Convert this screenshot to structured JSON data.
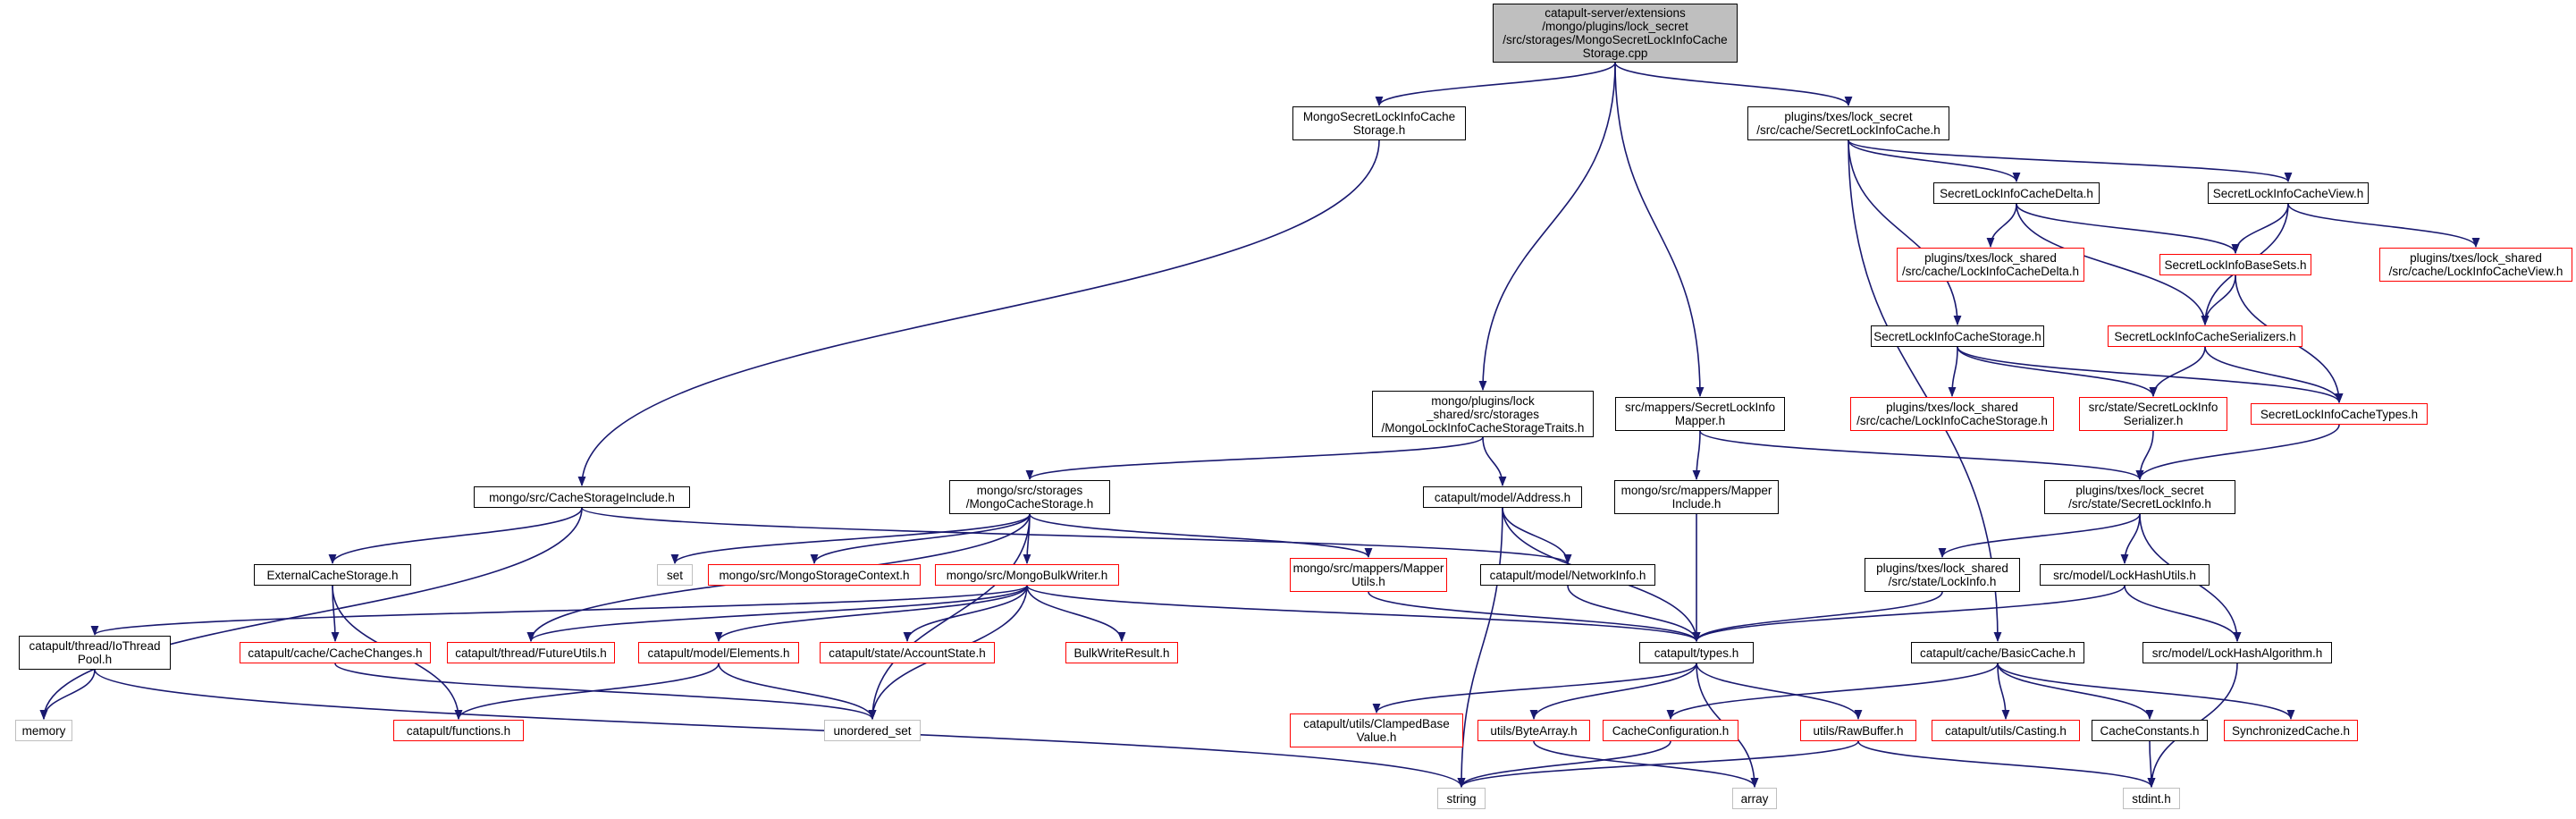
{
  "legend": {
    "colors": {
      "edge": "#191970",
      "complete_border": "#000000",
      "incomplete_border": "#ff0000",
      "system_border": "#bfbfbf",
      "root_fill": "#bfbfbf"
    }
  },
  "nodes": {
    "root": {
      "lines": [
        "catapult-server/extensions",
        "/mongo/plugins/lock_secret",
        "/src/storages/MongoSecretLockInfoCache",
        "Storage.cpp"
      ]
    },
    "mongo_secret_storage_h": {
      "lines": [
        "MongoSecretLockInfoCache",
        "Storage.h"
      ]
    },
    "secret_lock_info_cache_h": {
      "lines": [
        "plugins/txes/lock_secret",
        "/src/cache/SecretLockInfoCache.h"
      ]
    },
    "cache_delta_h": {
      "lines": [
        "SecretLockInfoCacheDelta.h"
      ]
    },
    "cache_view_h": {
      "lines": [
        "SecretLockInfoCacheView.h"
      ]
    },
    "lock_shared_delta_h": {
      "lines": [
        "plugins/txes/lock_shared",
        "/src/cache/LockInfoCacheDelta.h"
      ]
    },
    "base_sets_h": {
      "lines": [
        "SecretLockInfoBaseSets.h"
      ]
    },
    "lock_shared_view_h": {
      "lines": [
        "plugins/txes/lock_shared",
        "/src/cache/LockInfoCacheView.h"
      ]
    },
    "cache_serializers_h": {
      "lines": [
        "SecretLockInfoCacheSerializers.h"
      ]
    },
    "cache_storage_h": {
      "lines": [
        "SecretLockInfoCacheStorage.h"
      ]
    },
    "lock_shared_storage_h": {
      "lines": [
        "plugins/txes/lock_shared",
        "/src/cache/LockInfoCacheStorage.h"
      ]
    },
    "state_serializer_h": {
      "lines": [
        "src/state/SecretLockInfo",
        "Serializer.h"
      ]
    },
    "cache_types_h": {
      "lines": [
        "SecretLockInfoCacheTypes.h"
      ]
    },
    "storage_traits_h": {
      "lines": [
        "mongo/plugins/lock",
        "_shared/src/storages",
        "/MongoLockInfoCacheStorageTraits.h"
      ]
    },
    "mapper_h": {
      "lines": [
        "src/mappers/SecretLockInfo",
        "Mapper.h"
      ]
    },
    "secret_lock_info_h": {
      "lines": [
        "plugins/txes/lock_secret",
        "/src/state/SecretLockInfo.h"
      ]
    },
    "cache_storage_include_h": {
      "lines": [
        "mongo/src/CacheStorageInclude.h"
      ]
    },
    "mongo_cache_storage_h": {
      "lines": [
        "mongo/src/storages",
        "/MongoCacheStorage.h"
      ]
    },
    "address_h": {
      "lines": [
        "catapult/model/Address.h"
      ]
    },
    "mapper_include_h": {
      "lines": [
        "mongo/src/mappers/Mapper",
        "Include.h"
      ]
    },
    "set": {
      "lines": [
        "set"
      ]
    },
    "mongo_storage_context_h": {
      "lines": [
        "mongo/src/MongoStorageContext.h"
      ]
    },
    "lock_info_h": {
      "lines": [
        "plugins/txes/lock_shared",
        "/src/state/LockInfo.h"
      ]
    },
    "lock_hash_utils_h": {
      "lines": [
        "src/model/LockHashUtils.h"
      ]
    },
    "external_cache_storage_h": {
      "lines": [
        "ExternalCacheStorage.h"
      ]
    },
    "mongo_bulk_writer_h": {
      "lines": [
        "mongo/src/MongoBulkWriter.h"
      ]
    },
    "mapper_utils_h": {
      "lines": [
        "mongo/src/mappers/Mapper",
        "Utils.h"
      ]
    },
    "network_info_h": {
      "lines": [
        "catapult/model/NetworkInfo.h"
      ]
    },
    "io_thread_pool_h": {
      "lines": [
        "catapult/thread/IoThread",
        "Pool.h"
      ]
    },
    "cache_changes_h": {
      "lines": [
        "catapult/cache/CacheChanges.h"
      ]
    },
    "future_utils_h": {
      "lines": [
        "catapult/thread/FutureUtils.h"
      ]
    },
    "elements_h": {
      "lines": [
        "catapult/model/Elements.h"
      ]
    },
    "account_state_h": {
      "lines": [
        "catapult/state/AccountState.h"
      ]
    },
    "bulk_write_result_h": {
      "lines": [
        "BulkWriteResult.h"
      ]
    },
    "types_h": {
      "lines": [
        "catapult/types.h"
      ]
    },
    "basic_cache_h": {
      "lines": [
        "catapult/cache/BasicCache.h"
      ]
    },
    "lock_hash_algorithm_h": {
      "lines": [
        "src/model/LockHashAlgorithm.h"
      ]
    },
    "memory": {
      "lines": [
        "memory"
      ]
    },
    "functions_h": {
      "lines": [
        "catapult/functions.h"
      ]
    },
    "unordered_set": {
      "lines": [
        "unordered_set"
      ]
    },
    "clamped_base_value_h": {
      "lines": [
        "catapult/utils/ClampedBase",
        "Value.h"
      ]
    },
    "byte_array_h": {
      "lines": [
        "utils/ByteArray.h"
      ]
    },
    "cache_configuration_h": {
      "lines": [
        "CacheConfiguration.h"
      ]
    },
    "raw_buffer_h": {
      "lines": [
        "utils/RawBuffer.h"
      ]
    },
    "casting_h": {
      "lines": [
        "catapult/utils/Casting.h"
      ]
    },
    "cache_constants_h": {
      "lines": [
        "CacheConstants.h"
      ]
    },
    "synchronized_cache_h": {
      "lines": [
        "SynchronizedCache.h"
      ]
    },
    "string": {
      "lines": [
        "string"
      ]
    },
    "array": {
      "lines": [
        "array"
      ]
    },
    "stdint_h": {
      "lines": [
        "stdint.h"
      ]
    }
  }
}
